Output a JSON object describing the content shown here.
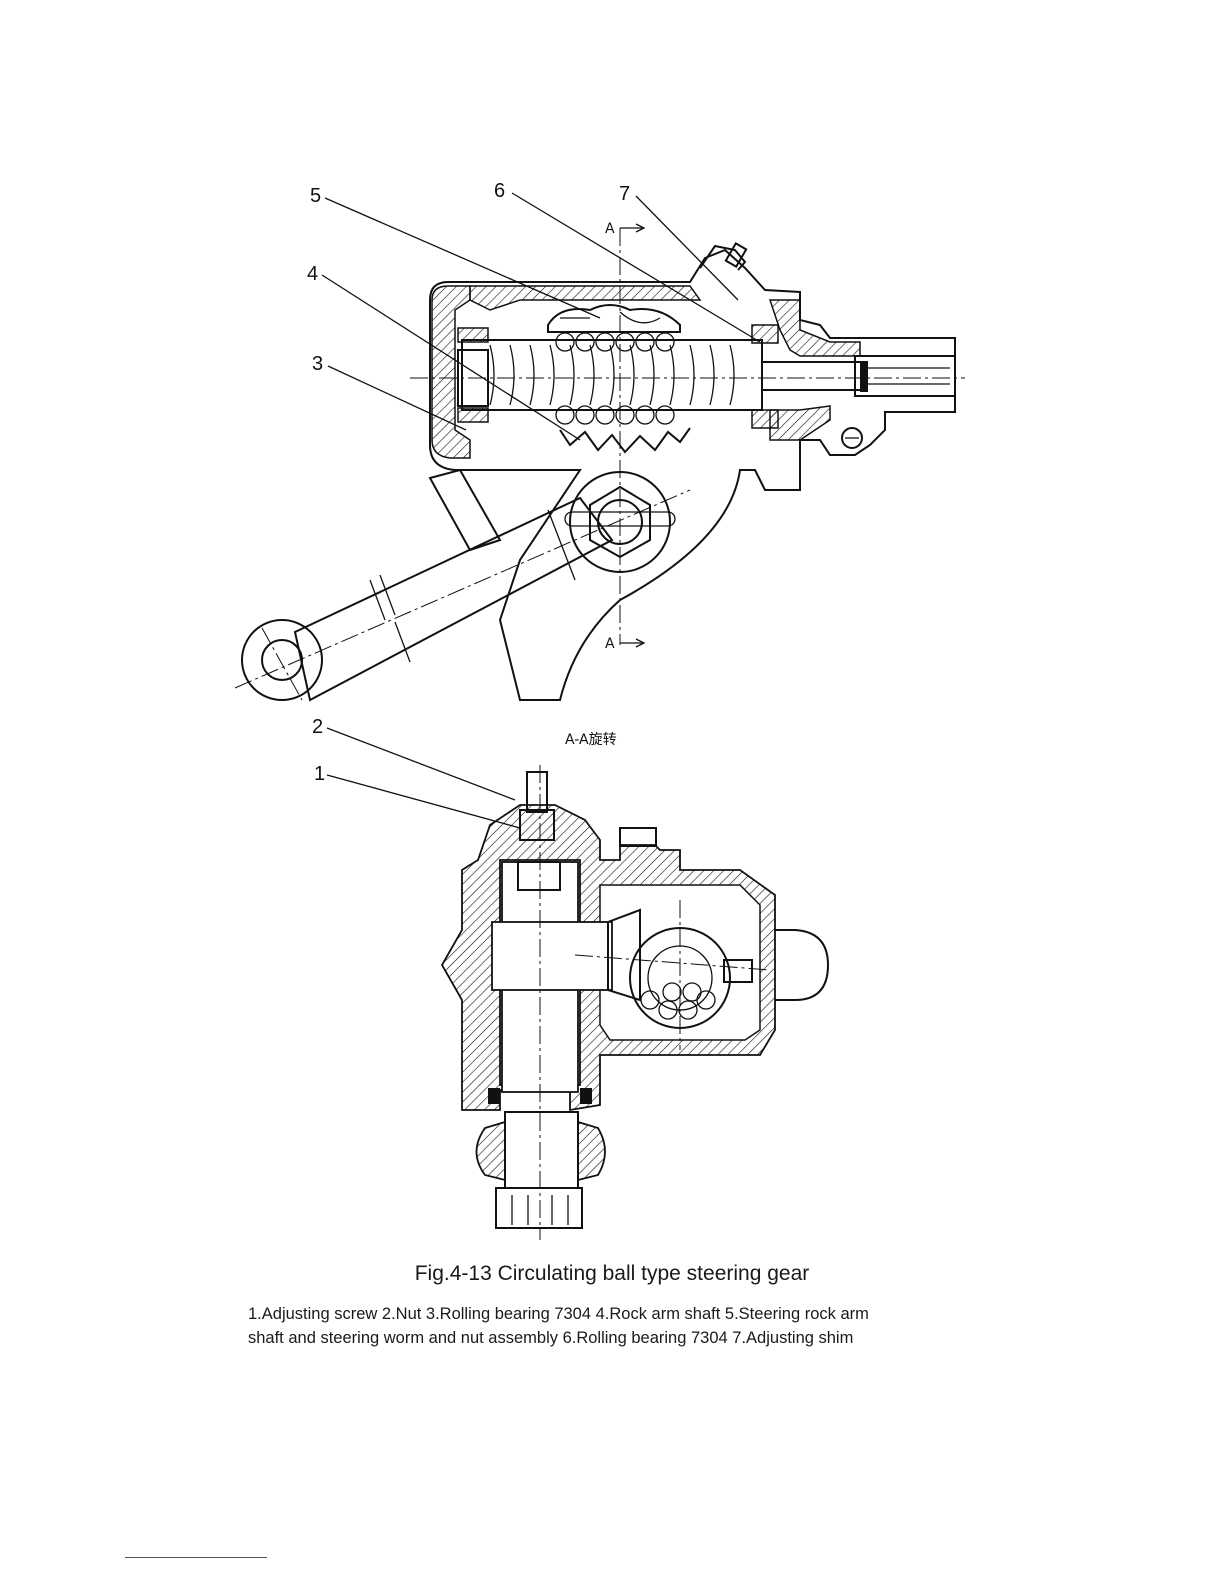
{
  "figure": {
    "caption": "Fig.4-13  Circulating ball type steering gear",
    "legend_line1": "1.Adjusting screw  2.Nut  3.Rolling bearing 7304  4.Rock arm shaft  5.Steering rock arm",
    "legend_line2": "shaft and steering worm and nut assembly  6.Rolling bearing 7304  7.Adjusting shim",
    "section_label": "A-A旋转",
    "section_mark_top": "A",
    "section_mark_bottom": "A"
  },
  "callouts": {
    "c1": "1",
    "c2": "2",
    "c3": "3",
    "c4": "4",
    "c5": "5",
    "c6": "6",
    "c7": "7"
  },
  "colors": {
    "ink": "#111111",
    "footnote_rule": "#2b4fd6"
  }
}
